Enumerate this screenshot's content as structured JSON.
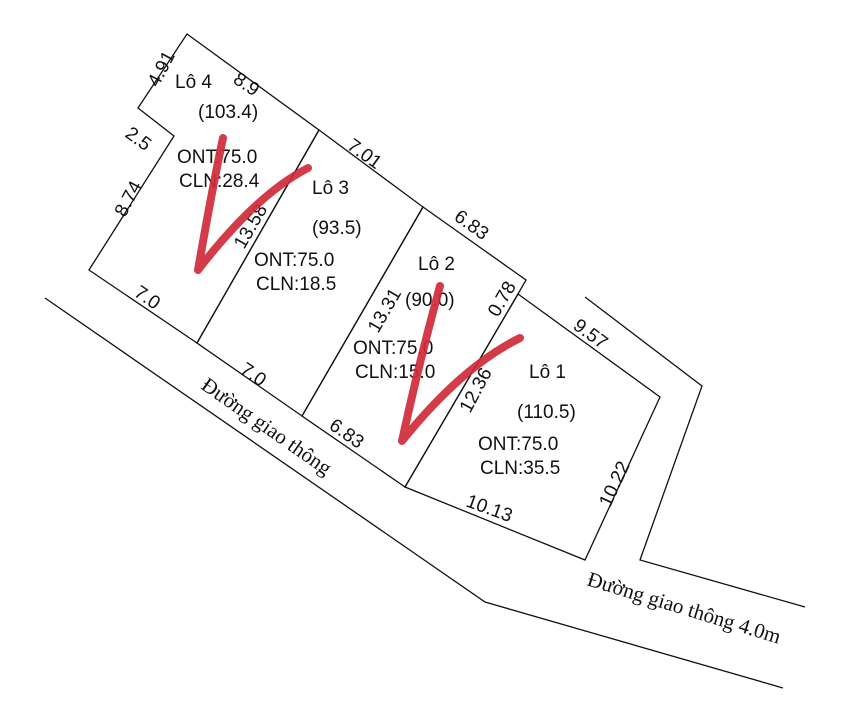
{
  "plots": [
    {
      "name": "Lô 4",
      "area": "(103.4)",
      "ont": "ONT:75.0",
      "cln": "CLN:28.4"
    },
    {
      "name": "Lô 3",
      "area": "(93.5)",
      "ont": "ONT:75.0",
      "cln": "CLN:18.5"
    },
    {
      "name": "Lô 2",
      "area": "(90.0)",
      "ont": "ONT:75.0",
      "cln": "CLN:15.0"
    },
    {
      "name": "Lô 1",
      "area": "(110.5)",
      "ont": "ONT:75.0",
      "cln": "CLN:35.5"
    }
  ],
  "dimensions": {
    "d491": "4.91",
    "d89": "8.9",
    "d25": "2.5",
    "d874": "8.74",
    "d70a": "7.0",
    "d1358": "13.58",
    "d701": "7.01",
    "d70b": "7.0",
    "d683a": "6.83",
    "d1331": "13.31",
    "d078": "0.78",
    "d683b": "6.83",
    "d1236": "12.36",
    "d957": "9.57",
    "d1013": "10.13",
    "d1022": "10.22"
  },
  "roads": {
    "left": "Đường giao thông",
    "right": "Đường giao thông 4.0m"
  },
  "colors": {
    "check": "#d02a3a"
  }
}
